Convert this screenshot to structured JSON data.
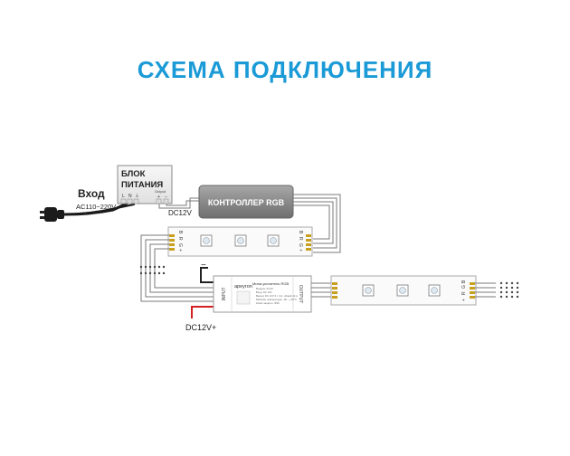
{
  "title": "СХЕМА ПОДКЛЮЧЕНИЯ",
  "input": {
    "label": "Вход",
    "voltage": "AC110~220V",
    "terminals": [
      "L",
      "N",
      "⏚"
    ]
  },
  "power_supply": {
    "title_line1": "БЛОК",
    "title_line2": "ПИТАНИЯ",
    "output_label": "Output",
    "output_terminals": [
      "+",
      "−"
    ],
    "dc_label": "DC12V"
  },
  "controller": {
    "label": "КОНТРОЛЛЕР RGB"
  },
  "strip_ports": {
    "left": [
      "B",
      "R",
      "G",
      "+"
    ],
    "right": [
      "B",
      "R",
      "G",
      "+"
    ],
    "bottom_right": [
      "+",
      "R",
      "G",
      "B"
    ]
  },
  "amplifier": {
    "brand": "apeyron",
    "title": "Мини-усилитель RGB",
    "spec_lines": [
      "Модель: 04-20",
      "Вход: DC 12V",
      "Выход: DC 12V 3 × 4 A, общий 12 А",
      "Рабочая температура: -20 ~ +45°C",
      "Класс защиты: IP20"
    ],
    "input_side": "INPUT",
    "output_side": "OUTPUT",
    "input_minus": "−",
    "input_plus": "DC12V+",
    "rotated_left": "INPUT",
    "rotated_right": "OUTPUT"
  },
  "colors": {
    "title": "#1a9ad6",
    "wire": "#7a7a7a",
    "red_wire": "#d21f1f",
    "black_wire": "#222222",
    "box_fill": "#f0f0f0",
    "controller_fill": "#8c8c8c",
    "pad_gold": "#c8a020"
  }
}
